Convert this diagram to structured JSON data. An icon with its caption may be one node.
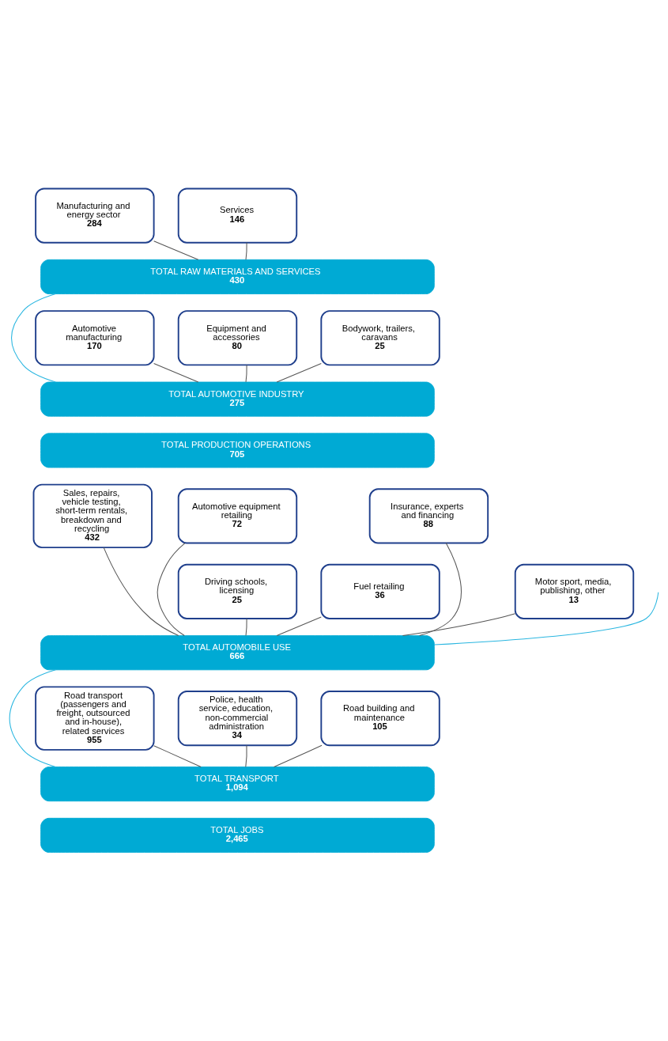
{
  "diagram": {
    "nodes": [
      {
        "text": [
          "Manufacturing and energy sector",
          "284"
        ]
      },
      {
        "text": [
          "Services",
          "146"
        ]
      },
      {
        "text": [
          "TOTAL RAW MATERIALS AND SERVICES",
          "430"
        ]
      },
      {
        "text": [
          "Automotive manufacturing",
          "170"
        ]
      },
      {
        "text": [
          "Equipment and accessories",
          "80"
        ]
      },
      {
        "text": [
          "Bodywork, trailers, caravans",
          "25"
        ]
      },
      {
        "text": [
          "TOTAL AUTOMOTIVE INDUSTRY",
          "275"
        ]
      },
      {
        "text": [
          "TOTAL PRODUCTION OPERATIONS",
          "705"
        ]
      },
      {
        "text": [
          "Sales, repairs, vehicle testing, short-term rentals, breakdown and recycling",
          "432"
        ]
      },
      {
        "text": [
          "Automotive equipment retailing",
          "72"
        ]
      },
      {
        "text": [
          "Insurance, experts and financing",
          "88"
        ]
      },
      {
        "text": [
          "Fuel retailing",
          "36"
        ]
      },
      {
        "text": [
          "Driving schools, licensing",
          "25"
        ]
      },
      {
        "text": [
          "Motor sport, media, publishing, other",
          "13"
        ]
      },
      {
        "text": [
          "TOTAL AUTOMOBILE USE",
          "666"
        ]
      },
      {
        "text": [
          "Road transport (passengers and freight, outsourced and in-house), related services",
          "955"
        ]
      },
      {
        "text": [
          "Police, health service, education, non-commercial administration",
          "34"
        ]
      },
      {
        "text": [
          "Road building and maintenance",
          "105"
        ]
      },
      {
        "text": [
          "TOTAL TRANSPORT",
          "1,094"
        ]
      },
      {
        "text": [
          "TOTAL JOBS",
          "2,465"
        ]
      }
    ],
    "edges": [
      {
        "from": 0,
        "to": 2,
        "arrow": "none"
      },
      {
        "from": 1,
        "to": 2,
        "arrow": "none"
      },
      {
        "from": 3,
        "to": 6,
        "arrow": "none"
      },
      {
        "from": 4,
        "to": 6,
        "arrow": "none"
      },
      {
        "from": 5,
        "to": 6,
        "arrow": "none"
      },
      {
        "from": 2,
        "to": 6,
        "arrow": "none",
        "color": "#29b6e0"
      },
      {
        "from": 8,
        "to": 14,
        "arrow": "none"
      },
      {
        "from": 9,
        "to": 14,
        "arrow": "none"
      },
      {
        "from": 10,
        "to": 14,
        "arrow": "none"
      },
      {
        "from": 11,
        "to": 14,
        "arrow": "none"
      },
      {
        "from": 12,
        "to": 14,
        "arrow": "none"
      },
      {
        "from": 13,
        "to": 14,
        "arrow": "none"
      },
      {
        "from": null,
        "to": 14,
        "arrow": "none",
        "color": "#29b6e0"
      },
      {
        "from": 15,
        "to": 18,
        "arrow": "none"
      },
      {
        "from": 16,
        "to": 18,
        "arrow": "none"
      },
      {
        "from": 17,
        "to": 18,
        "arrow": "none"
      },
      {
        "from": 14,
        "to": 18,
        "arrow": "none",
        "color": "#29b6e0"
      }
    ]
  }
}
